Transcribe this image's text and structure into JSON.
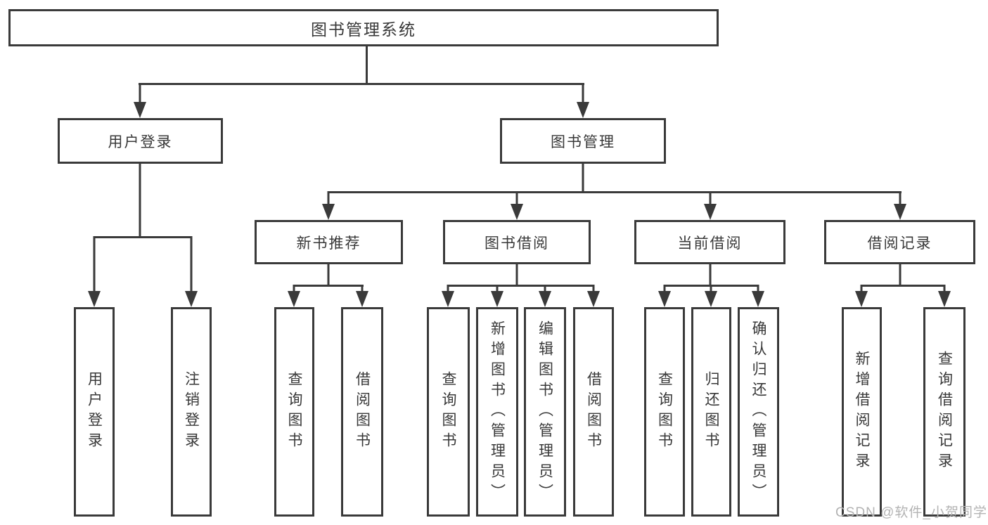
{
  "colors": {
    "line": "#3a3a3a",
    "box_border": "#3a3a3a",
    "text": "#383838",
    "background": "#ffffff",
    "watermark_text_color": "#b3b3b3"
  },
  "watermark": {
    "text": "CSDN @软件_小贺同学"
  },
  "tree": {
    "label": "图书管理系统",
    "children": [
      {
        "label": "用户登录",
        "children": [
          {
            "label": "用户登录"
          },
          {
            "label": "注销登录"
          }
        ]
      },
      {
        "label": "图书管理",
        "children": [
          {
            "label": "新书推荐",
            "children": [
              {
                "label": "查询图书"
              },
              {
                "label": "借阅图书"
              }
            ]
          },
          {
            "label": "图书借阅",
            "children": [
              {
                "label": "查询图书"
              },
              {
                "label": "新增图书（管理员）"
              },
              {
                "label": "编辑图书（管理员）"
              },
              {
                "label": "借阅图书"
              }
            ]
          },
          {
            "label": "当前借阅",
            "children": [
              {
                "label": "查询图书"
              },
              {
                "label": "归还图书"
              },
              {
                "label": "确认归还（管理员）"
              }
            ]
          },
          {
            "label": "借阅记录",
            "children": [
              {
                "label": "新增借阅记录"
              },
              {
                "label": "查询借阅记录"
              }
            ]
          }
        ]
      }
    ]
  }
}
